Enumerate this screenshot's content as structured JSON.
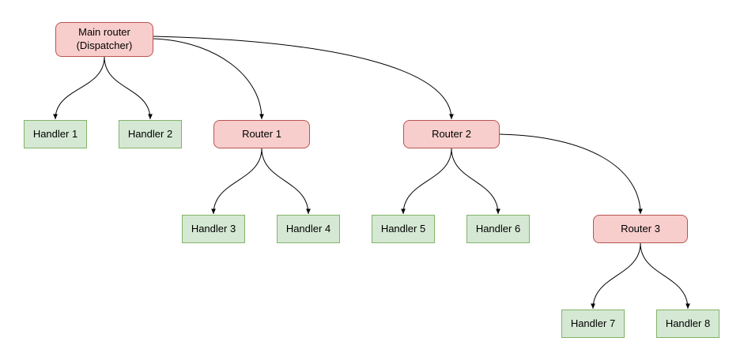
{
  "diagram": {
    "nodes": {
      "main_router": {
        "label": "Main router\n(Dispatcher)",
        "type": "router"
      },
      "handler1": {
        "label": "Handler 1",
        "type": "handler"
      },
      "handler2": {
        "label": "Handler 2",
        "type": "handler"
      },
      "router1": {
        "label": "Router 1",
        "type": "router"
      },
      "router2": {
        "label": "Router 2",
        "type": "router"
      },
      "handler3": {
        "label": "Handler 3",
        "type": "handler"
      },
      "handler4": {
        "label": "Handler 4",
        "type": "handler"
      },
      "handler5": {
        "label": "Handler 5",
        "type": "handler"
      },
      "handler6": {
        "label": "Handler 6",
        "type": "handler"
      },
      "router3": {
        "label": "Router 3",
        "type": "router"
      },
      "handler7": {
        "label": "Handler 7",
        "type": "handler"
      },
      "handler8": {
        "label": "Handler 8",
        "type": "handler"
      }
    },
    "edges": [
      {
        "from": "main_router",
        "to": "handler1"
      },
      {
        "from": "main_router",
        "to": "handler2"
      },
      {
        "from": "main_router",
        "to": "router1"
      },
      {
        "from": "main_router",
        "to": "router2"
      },
      {
        "from": "router1",
        "to": "handler3"
      },
      {
        "from": "router1",
        "to": "handler4"
      },
      {
        "from": "router2",
        "to": "handler5"
      },
      {
        "from": "router2",
        "to": "handler6"
      },
      {
        "from": "router2",
        "to": "router3"
      },
      {
        "from": "router3",
        "to": "handler7"
      },
      {
        "from": "router3",
        "to": "handler8"
      }
    ],
    "colors": {
      "router_fill": "#f8cecc",
      "router_border": "#b85450",
      "handler_fill": "#d5e8d4",
      "handler_border": "#82b366",
      "edge": "#000000",
      "background": "#ffffff"
    }
  }
}
